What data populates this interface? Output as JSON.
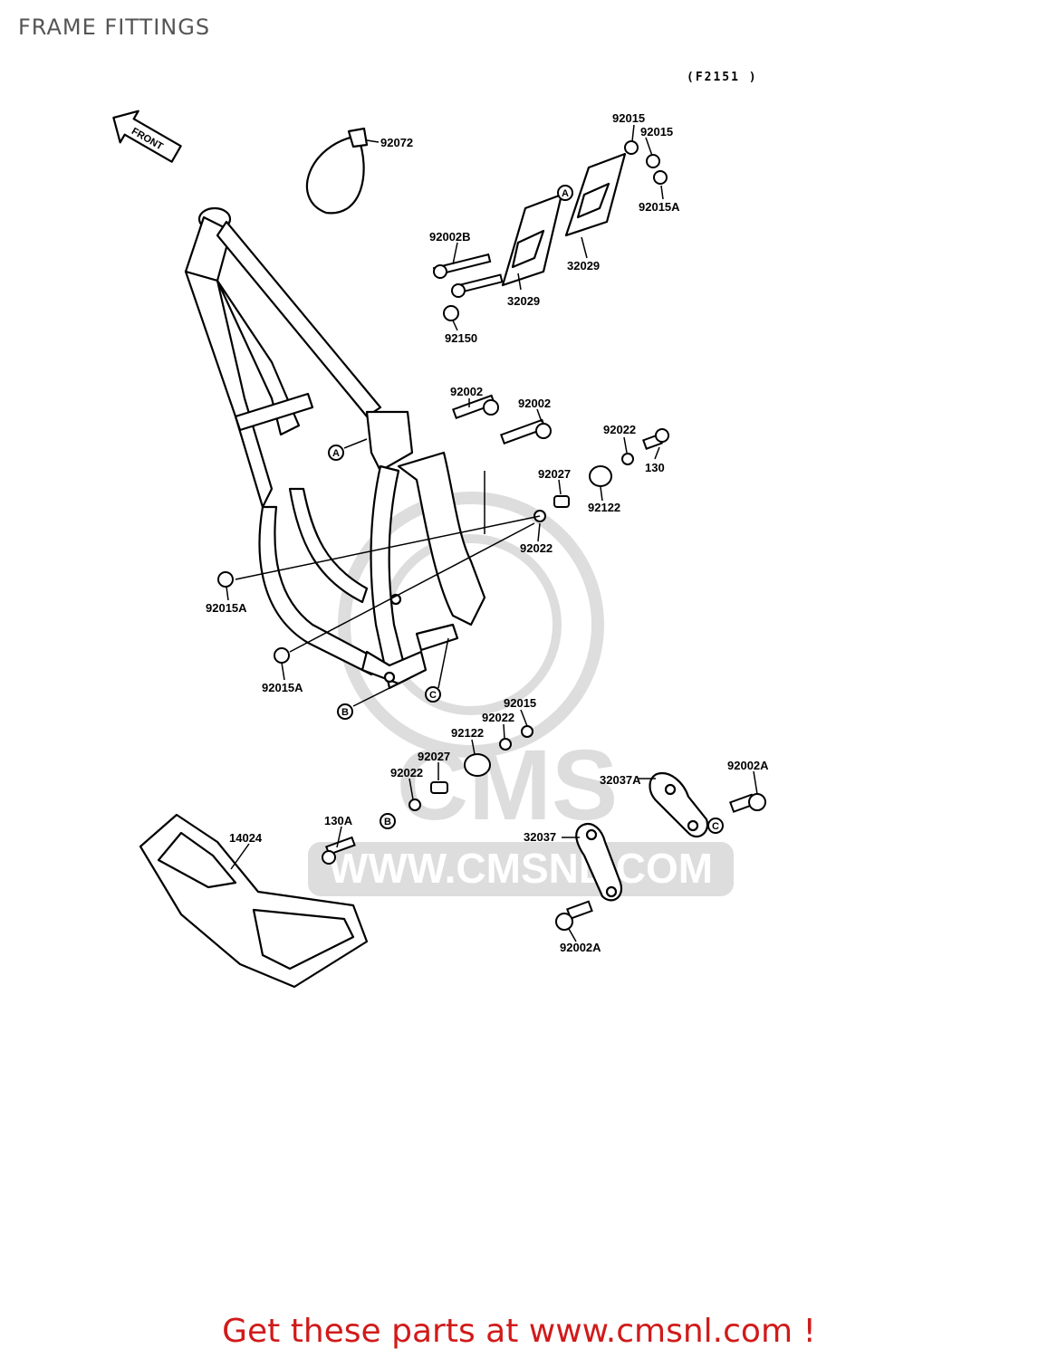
{
  "header": {
    "title": "FRAME FITTINGS",
    "figure_code": "(F2151 )"
  },
  "front_arrow": "FRONT",
  "watermark": {
    "brand": "CMS",
    "url": "WWW.CMSNL.COM"
  },
  "labels": {
    "l92072": "92072",
    "l92015_a": "92015",
    "l92015_b": "92015",
    "l92015A_a": "92015A",
    "l92002B": "92002B",
    "l32029_a": "32029",
    "l32029_b": "32029",
    "l92150": "92150",
    "l92002_a": "92002",
    "l92002_b": "92002",
    "l92022_a": "92022",
    "l130": "130",
    "l92027_a": "92027",
    "l92122_a": "92122",
    "l92022_b": "92022",
    "l92015A_b": "92015A",
    "l92015A_c": "92015A",
    "l92015_c": "92015",
    "l92022_c": "92022",
    "l92122_b": "92122",
    "l92027_b": "92027",
    "l92022_d": "92022",
    "l130A": "130A",
    "l14024": "14024",
    "l32037A": "32037A",
    "l92002A_a": "92002A",
    "l32037": "32037",
    "l92002A_b": "92002A"
  },
  "callouts": {
    "a": "A",
    "b": "B",
    "c": "C"
  },
  "footer": {
    "text": "Get these parts at www.cmsnl.com !"
  }
}
